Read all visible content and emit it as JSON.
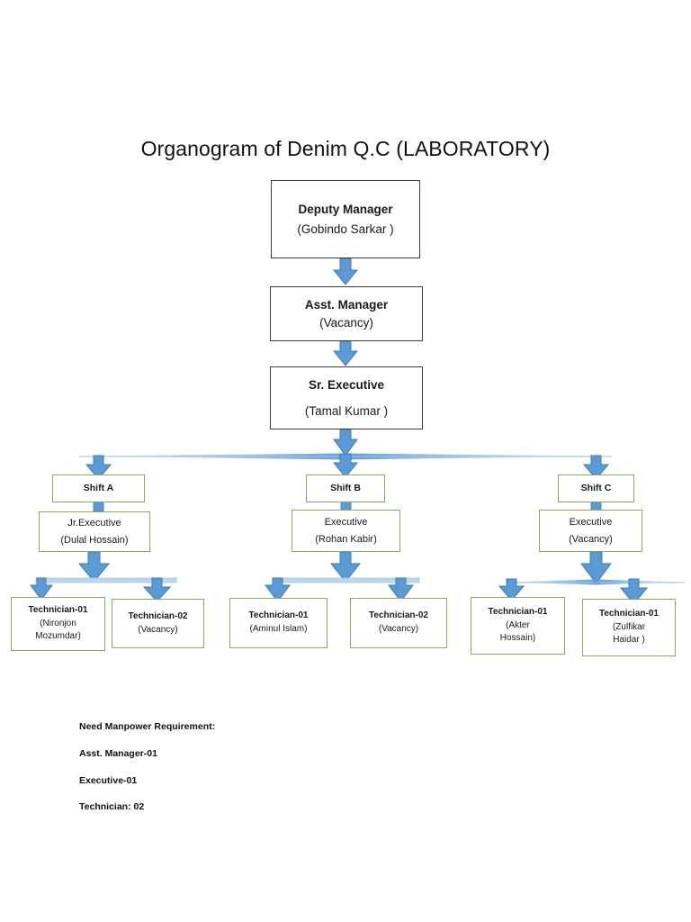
{
  "document": {
    "title": "Organogram of Denim Q.C (LABORATORY)"
  },
  "colors": {
    "arrow_fill": "#5b9bd5",
    "arrow_stroke": "#3f7cb0",
    "connector_line": "#9dc3e6",
    "green_border": "#84ab63",
    "dark_border": "#3d3d3d",
    "text": "#111111",
    "background": "#ffffff"
  },
  "nodes": {
    "deputy_manager": {
      "line1": "Deputy Manager",
      "line2": "(Gobindo Sarkar )"
    },
    "asst_manager": {
      "line1": "Asst. Manager",
      "line2": "(Vacancy)"
    },
    "sr_executive": {
      "line1": "Sr. Executive",
      "line2": "(Tamal Kumar )"
    },
    "shift_a": {
      "line1": "Shift A"
    },
    "shift_b": {
      "line1": "Shift B"
    },
    "shift_c": {
      "line1": "Shift C"
    },
    "exec_a": {
      "line1": "Jr.Executive",
      "line2": "(Dulal Hossain)"
    },
    "exec_b": {
      "line1": "Executive",
      "line2": "(Rohan Kabir)"
    },
    "exec_c": {
      "line1": "Executive",
      "line2": "(Vacancy)"
    },
    "tech_a1": {
      "line1": "Technician-01",
      "line2": "(Nironjon",
      "line3": "Mozumdar)"
    },
    "tech_a2": {
      "line1": "Technician-02",
      "line2": "(Vacancy)"
    },
    "tech_b1": {
      "line1": "Technician-01",
      "line2": "(Aminul Islam)"
    },
    "tech_b2": {
      "line1": "Technician-02",
      "line2": "(Vacancy)"
    },
    "tech_c1": {
      "line1": "Technician-01",
      "line2": "(Akter",
      "line3": "Hossain)"
    },
    "tech_c2": {
      "line1": "Technician-01",
      "line2": "(Zulfikar",
      "line3": "Haidar )"
    }
  },
  "footer": {
    "heading": "Need Manpower Requirement:",
    "items": [
      "Asst. Manager-01",
      "Executive-01",
      "Technician: 02"
    ]
  }
}
